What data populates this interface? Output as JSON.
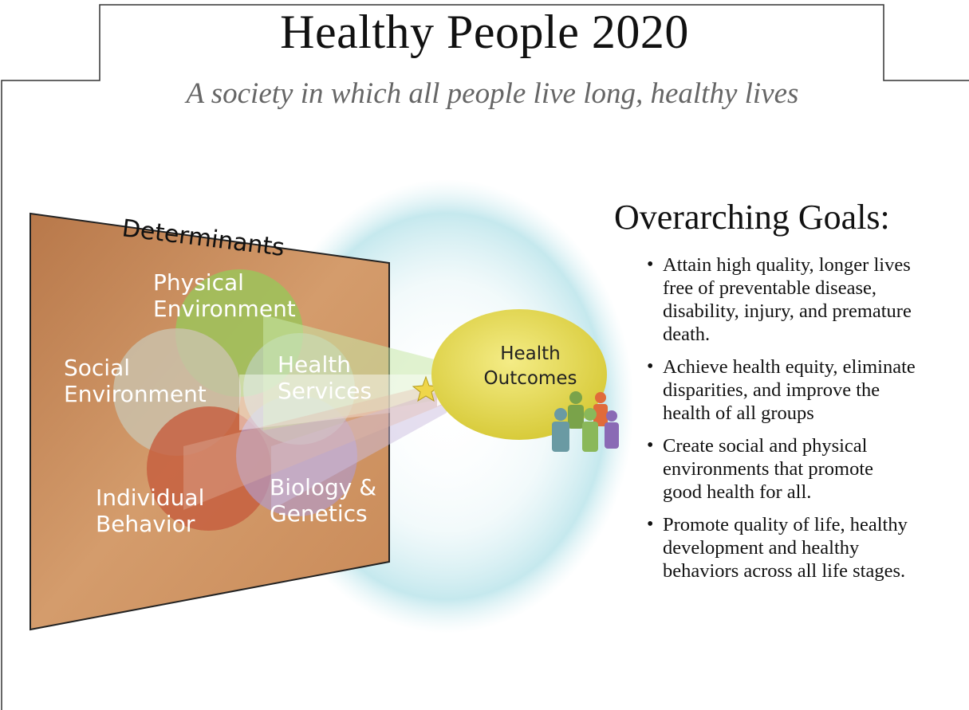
{
  "title": "Healthy People 2020",
  "subtitle": "A society in which all people live long, healthy lives",
  "determinants": {
    "heading": "Determinants",
    "physical_line1": "Physical",
    "physical_line2": "Environment",
    "social_line1": "Social",
    "social_line2": "Environment",
    "health_services_line1": "Health",
    "health_services_line2": "Services",
    "individual_line1": "Individual",
    "individual_line2": "Behavior",
    "biology_line1": "Biology &",
    "biology_line2": "Genetics"
  },
  "outcomes": {
    "line1": "Health",
    "line2": "Outcomes"
  },
  "goals": {
    "heading": "Overarching Goals:",
    "items": [
      [
        "Attain high quality, longer lives",
        "free of preventable disease,",
        "disability, injury, and premature",
        "death."
      ],
      [
        "Achieve health equity, eliminate",
        "disparities, and improve the",
        "health of all groups"
      ],
      [
        "Create social and physical",
        "environments that promote",
        "good health for all."
      ],
      [
        "Promote quality of life, healthy",
        "development and healthy",
        "behaviors across all life stages."
      ]
    ]
  },
  "colors": {
    "panel": "#c7895a",
    "physical": "#8fbf4f",
    "social": "#c9c3ad",
    "individual": "#c95e3f",
    "biology": "#a48cc0",
    "outcome": "#e7dc59",
    "halo": "#bfe6ec"
  }
}
